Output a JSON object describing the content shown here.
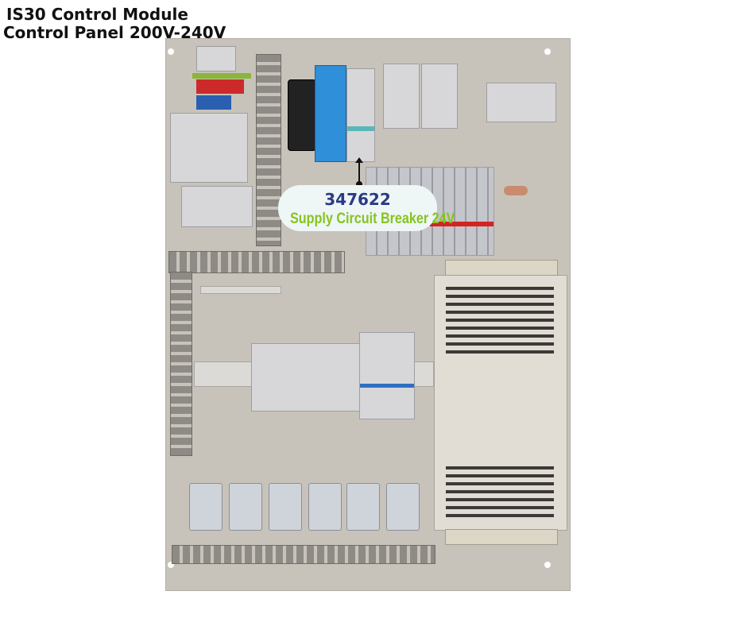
{
  "header": {
    "title_line1": "IS30 Control Module",
    "title_line2": "Control Panel 200V-240V"
  },
  "callout": {
    "part_number": "347622",
    "label": "Supply Circuit Breaker 24V"
  },
  "colors": {
    "part_number": "#2b3a85",
    "label": "#86c420",
    "backplate": "#c8c3ba"
  }
}
